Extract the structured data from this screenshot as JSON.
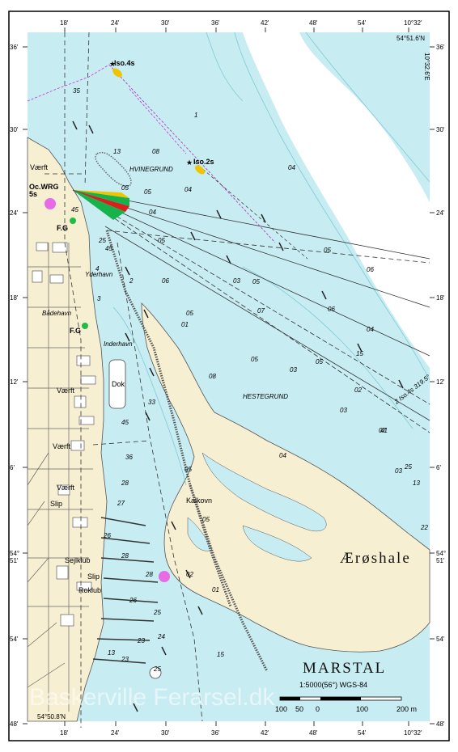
{
  "map": {
    "title": "MARSTAL",
    "scale_note": "1:5000(56°) WGS-84",
    "watermark": "Baskerville Ferarsel.dk",
    "scale_bar_labels": [
      "100",
      "50",
      "0",
      "100",
      "200 m"
    ],
    "bottom_axis_labels": [
      "18'",
      "24'",
      "30'",
      "36'",
      "42'",
      "48'",
      "54'",
      "10°32'"
    ],
    "top_axis_labels": [
      "18'",
      "24'",
      "30'",
      "36'",
      "42'",
      "48'",
      "54'",
      "10°32'"
    ],
    "left_axis_labels": [
      "36'",
      "30'",
      "24'",
      "18'",
      "12'",
      "6'",
      "54°\n51'",
      "54'",
      "48'"
    ],
    "right_axis_labels": [
      "36'",
      "30'",
      "24'",
      "18'",
      "12'",
      "6'",
      "54°\n51'",
      "54'",
      "48'"
    ],
    "corner_top_right": "54°51.6'N",
    "corner_bottom_left": "54°50.8'N",
    "right_edge_label": "10°32.6'E",
    "light_labels": [
      "Iso.4s",
      "Iso.2s",
      "Oc.WRG",
      "5s",
      "F.G",
      "F.G",
      "2 Iso.4s 319.5°"
    ],
    "place_names": [
      "Værft",
      "Værft",
      "Værft",
      "Værft",
      "Yderhavn",
      "Inderhavn",
      "Bådehavn",
      "Slip",
      "Slip",
      "Sejlklub",
      "Roklub",
      "Kalkovn",
      "Ærøshale",
      "HVINEGRUND",
      "HESTEGRUND",
      "Dok"
    ],
    "depth_figures": [
      "35",
      "1",
      "13",
      "08",
      "05",
      "04",
      "05",
      "04",
      "05",
      "04",
      "45",
      "05",
      "06",
      "06",
      "03",
      "05",
      "06",
      "07",
      "05",
      "01",
      "05",
      "03",
      "05",
      "45",
      "33",
      "08",
      "04",
      "02",
      "03",
      "07",
      "04",
      "03",
      "05",
      "05",
      "01",
      "02",
      "15",
      "41",
      "25",
      "23",
      "26",
      "28",
      "28",
      "26",
      "25",
      "24",
      "27",
      "28",
      "15",
      "13",
      "13",
      "22",
      "23",
      "25",
      "2",
      "4",
      "3",
      "45",
      "25",
      "36"
    ],
    "colors": {
      "sea": "#c7ecf2",
      "deep": "#ffffff",
      "land": "#f7efd2",
      "sector_green": "#17b34a",
      "sector_red": "#d92020",
      "light_flare": "#f0c400",
      "buoy_green": "#22bb44",
      "anchorage": "#cc22cc",
      "frame": "#000000"
    }
  }
}
